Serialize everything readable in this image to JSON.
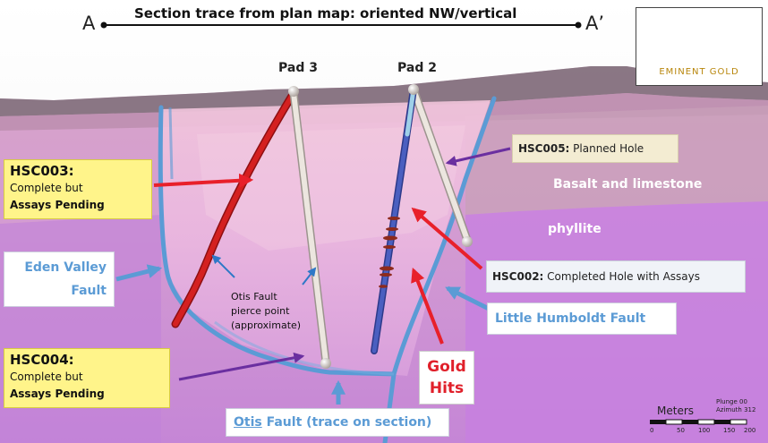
{
  "title": "Section trace from plan map: oriented NW/vertical",
  "section": {
    "start_label": "A",
    "end_label": "A’"
  },
  "pads": {
    "pad3": "Pad 3",
    "pad2": "Pad 2"
  },
  "logo": {
    "text": "EMINENT GOLD",
    "colors": {
      "gold": "#c9a227",
      "dark": "#8a6d16"
    }
  },
  "labels": {
    "hsc003": {
      "title": "HSC003:",
      "line1": "Complete but",
      "line2": "Assays Pending"
    },
    "hsc004": {
      "title": "HSC004:",
      "line1": "Complete but",
      "line2": "Assays Pending"
    },
    "hsc005": {
      "bold": "HSC005:",
      "text": " Planned Hole"
    },
    "hsc002": {
      "bold": "HSC002:",
      "text": " Completed Hole with Assays"
    },
    "eden_valley": {
      "line1": "Eden Valley",
      "line2": "Fault"
    },
    "little_humboldt": "Little Humboldt Fault",
    "otis": {
      "underlined": "Otis",
      "rest": " Fault (trace on section)"
    },
    "pierce": {
      "line1": "Otis Fault",
      "line2": "pierce point",
      "line3": "(approximate)"
    },
    "gold": {
      "line1": "Gold",
      "line2": "Hits"
    },
    "basalt": "Basalt and limestone",
    "phyllite": "phyllite"
  },
  "scale": {
    "title": "Meters",
    "plunge": "Plunge 00",
    "azimuth": "Azimuth 312",
    "ticks": [
      "0",
      "50",
      "100",
      "150",
      "200"
    ]
  },
  "colors": {
    "fault": "#5b9bd5",
    "drilled_hole": "#d42020",
    "planned_hole": "#e8e2dc",
    "assay_hole": "#4a5fc0",
    "arrow_red": "#e8202a",
    "arrow_blue": "#5b9bd5",
    "arrow_purple": "#6a2fa0",
    "callout_yellow": "#fff48a"
  }
}
